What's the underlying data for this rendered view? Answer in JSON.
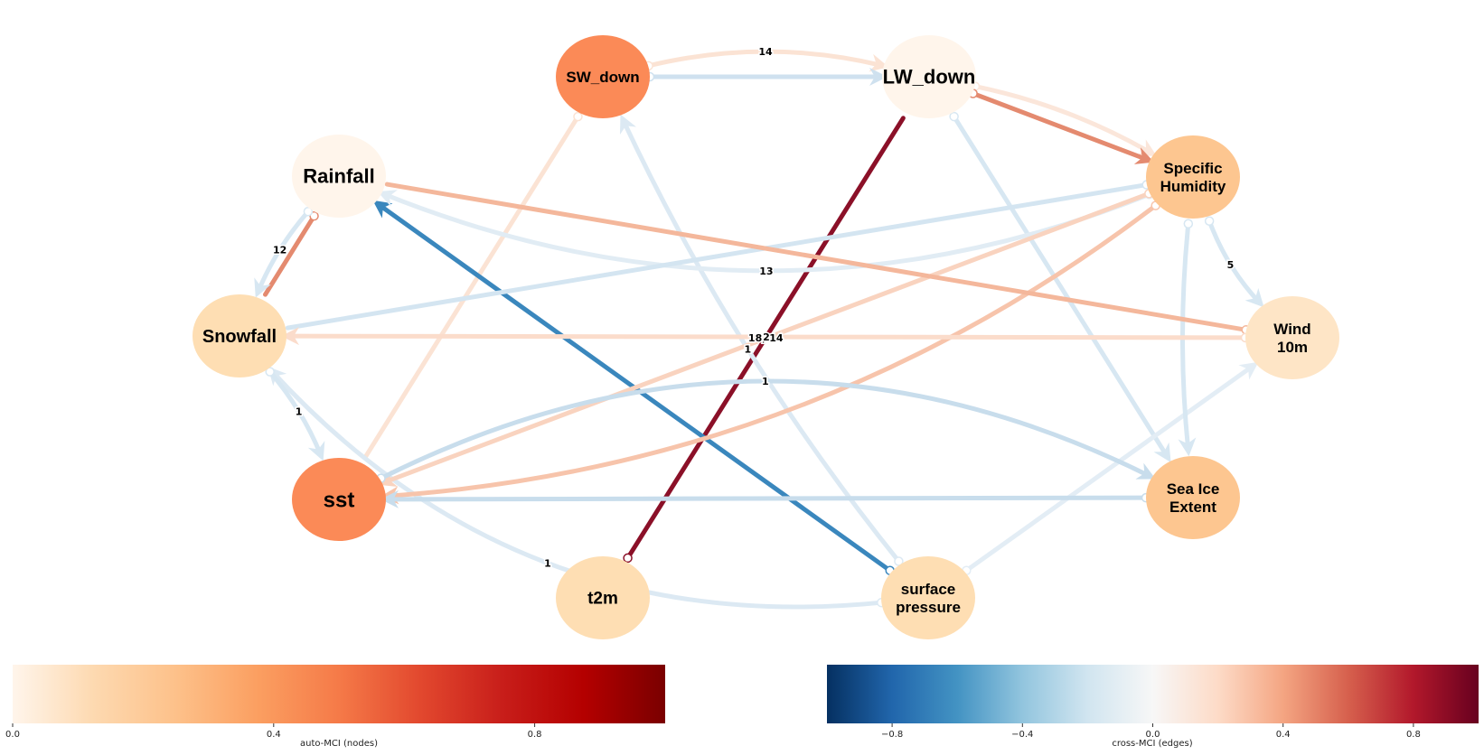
{
  "nodes": [
    {
      "id": "sw_down",
      "label": [
        "SW_down"
      ],
      "size": 17,
      "color": "#fb8a57"
    },
    {
      "id": "lw_down",
      "label": [
        "LW_down"
      ],
      "size": 22,
      "color": "#fff5eb"
    },
    {
      "id": "rainfall",
      "label": [
        "Rainfall"
      ],
      "size": 22,
      "color": "#fff5eb"
    },
    {
      "id": "specific_humidity",
      "label": [
        "Specific",
        "Humidity"
      ],
      "size": 17,
      "color": "#fdc690"
    },
    {
      "id": "snowfall",
      "label": [
        "Snowfall"
      ],
      "size": 20,
      "color": "#fedeb3"
    },
    {
      "id": "wind_10m",
      "label": [
        "Wind",
        "10m"
      ],
      "size": 17,
      "color": "#fee5c6"
    },
    {
      "id": "sst",
      "label": [
        "sst"
      ],
      "size": 24,
      "color": "#fb8a57"
    },
    {
      "id": "sea_ice_extent",
      "label": [
        "Sea Ice",
        "Extent"
      ],
      "size": 17,
      "color": "#fdc690"
    },
    {
      "id": "t2m",
      "label": [
        "t2m"
      ],
      "size": 19,
      "color": "#fedeb3"
    },
    {
      "id": "surface_pressure",
      "label": [
        "surface",
        "pressure"
      ],
      "size": 17,
      "color": "#fedeb3"
    }
  ],
  "edges": [
    {
      "from": "sw_down",
      "to": "lw_down",
      "color": "#fbe3d4",
      "bend": -0.12,
      "arrow": true,
      "label": "14"
    },
    {
      "from": "sw_down",
      "to": "lw_down",
      "color": "#cfe1ef",
      "bend": 0,
      "arrow": true,
      "label": ""
    },
    {
      "from": "lw_down",
      "to": "specific_humidity",
      "color": "#fbe6da",
      "bend": -0.08,
      "arrow": true,
      "label": ""
    },
    {
      "from": "lw_down",
      "to": "specific_humidity",
      "color": "#e48a6f",
      "bend": 0,
      "arrow": true,
      "label": ""
    },
    {
      "from": "lw_down",
      "to": "sea_ice_extent",
      "color": "#d7e7f2",
      "bend": 0,
      "arrow": true,
      "label": ""
    },
    {
      "from": "sw_down",
      "to": "sst",
      "color": "#fbe3d4",
      "bend": 0,
      "arrow": false,
      "label": ""
    },
    {
      "from": "t2m",
      "to": "lw_down",
      "color": "#8b1028",
      "bend": 0,
      "arrow": false,
      "label": "18, 14"
    },
    {
      "from": "surface_pressure",
      "to": "rainfall",
      "color": "#3a87bd",
      "bend": 0,
      "arrow": true,
      "label": ""
    },
    {
      "from": "surface_pressure",
      "to": "sw_down",
      "color": "#dce9f3",
      "bend": -0.06,
      "arrow": true,
      "label": "1"
    },
    {
      "from": "surface_pressure",
      "to": "snowfall",
      "color": "#dce9f3",
      "bend": -0.25,
      "arrow": true,
      "label": "1"
    },
    {
      "from": "surface_pressure",
      "to": "wind_10m",
      "color": "#e3edf5",
      "bend": 0,
      "arrow": true,
      "label": ""
    },
    {
      "from": "specific_humidity",
      "to": "rainfall",
      "color": "#e1ecf4",
      "bend": -0.2,
      "arrow": true,
      "label": "13"
    },
    {
      "from": "specific_humidity",
      "to": "snowfall",
      "color": "#d4e5f1",
      "bend": 0,
      "arrow": false,
      "label": ""
    },
    {
      "from": "specific_humidity",
      "to": "wind_10m",
      "color": "#d7e7f2",
      "bend": 0.1,
      "arrow": true,
      "label": "5"
    },
    {
      "from": "specific_humidity",
      "to": "sea_ice_extent",
      "color": "#d7e7f2",
      "bend": 0.05,
      "arrow": true,
      "label": ""
    },
    {
      "from": "specific_humidity",
      "to": "sst",
      "color": "#f9d3bf",
      "bend": 0,
      "arrow": true,
      "label": ""
    },
    {
      "from": "specific_humidity",
      "to": "sst",
      "color": "#f7c4ab",
      "bend": -0.15,
      "arrow": true,
      "label": ""
    },
    {
      "from": "wind_10m",
      "to": "rainfall",
      "color": "#f4b79b",
      "bend": 0,
      "arrow": false,
      "label": ""
    },
    {
      "from": "wind_10m",
      "to": "snowfall",
      "color": "#fbdccb",
      "bend": 0,
      "arrow": true,
      "label": "2"
    },
    {
      "from": "rainfall",
      "to": "snowfall",
      "color": "#e48a6f",
      "bend": 0,
      "arrow": false,
      "label": ""
    },
    {
      "from": "rainfall",
      "to": "snowfall",
      "color": "#d7e7f2",
      "bend": 0.08,
      "arrow": true,
      "label": "12"
    },
    {
      "from": "snowfall",
      "to": "sst",
      "color": "#d7e7f2",
      "bend": -0.08,
      "arrow": true,
      "label": "1"
    },
    {
      "from": "sst",
      "to": "sea_ice_extent",
      "color": "#c8ddec",
      "bend": -0.25,
      "arrow": true,
      "label": "1"
    },
    {
      "from": "sea_ice_extent",
      "to": "sst",
      "color": "#c8ddec",
      "bend": 0,
      "arrow": true,
      "label": ""
    }
  ],
  "colorbars": {
    "nodes": {
      "label": "auto-MCI (nodes)",
      "ticks": [
        {
          "value": 0.0,
          "text": "0.0"
        },
        {
          "value": 0.4,
          "text": "0.4"
        },
        {
          "value": 0.8,
          "text": "0.8"
        }
      ],
      "range": [
        0,
        1
      ],
      "stops": [
        "#fff5eb",
        "#fdd9b0",
        "#fdc18a",
        "#fb9f61",
        "#f57a48",
        "#e2482e",
        "#c81e1a",
        "#b40000",
        "#7a0000"
      ]
    },
    "edges": {
      "label": "cross-MCI (edges)",
      "ticks": [
        {
          "value": -0.8,
          "text": "−0.8"
        },
        {
          "value": -0.4,
          "text": "−0.4"
        },
        {
          "value": 0.0,
          "text": "0.0"
        },
        {
          "value": 0.4,
          "text": "0.4"
        },
        {
          "value": 0.8,
          "text": "0.8"
        }
      ],
      "range": [
        -1,
        1
      ],
      "stops": [
        "#053061",
        "#2166ac",
        "#4393c3",
        "#92c5de",
        "#d1e5f0",
        "#f7f7f7",
        "#fddbc7",
        "#f4a582",
        "#d6604d",
        "#b2182b",
        "#67001f"
      ]
    }
  }
}
